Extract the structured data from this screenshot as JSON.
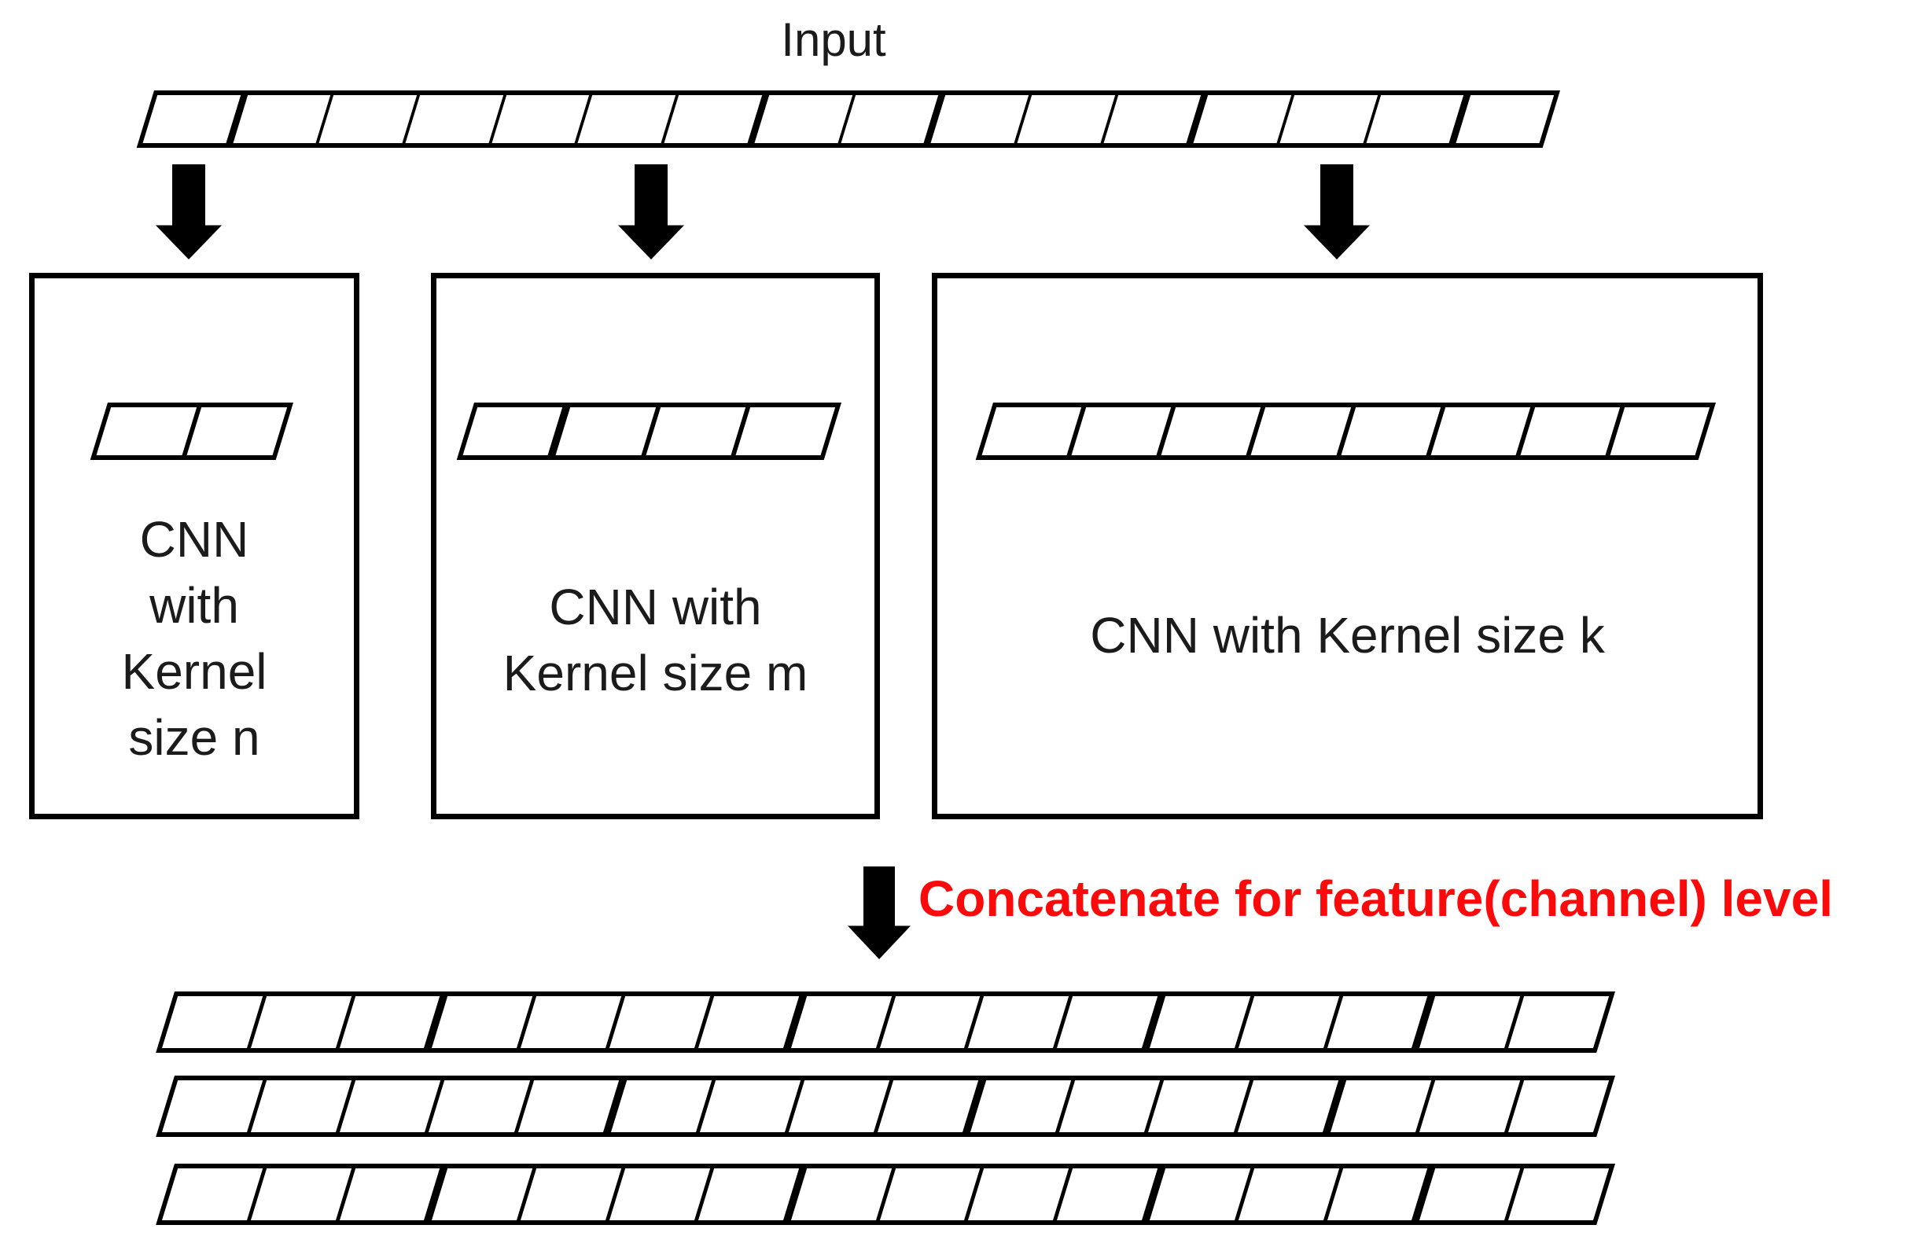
{
  "labels": {
    "input": "Input",
    "concatenate": "Concatenate for feature(channel) level"
  },
  "colors": {
    "stroke": "#000000",
    "text": "#1b1b1b",
    "accent_red": "#fa0a0a",
    "background": "#ffffff"
  },
  "boxes": [
    {
      "id": "kernel-n",
      "label": "CNN\nwith\nKernel\nsize n"
    },
    {
      "id": "kernel-m",
      "label": "CNN with\nKernel size m"
    },
    {
      "id": "kernel-k",
      "label": "CNN with Kernel size k"
    }
  ],
  "strips": {
    "input": {
      "cells": 16,
      "bold_after": [
        1,
        7,
        9,
        12,
        15
      ]
    },
    "kernel_n": {
      "cells": 2,
      "bold_after": []
    },
    "kernel_m": {
      "cells": 4,
      "bold_after": [
        1
      ]
    },
    "kernel_k": {
      "cells": 8,
      "bold_after": []
    },
    "output_rows": [
      {
        "cells": 16,
        "bold_after": [
          3,
          7,
          11,
          14
        ]
      },
      {
        "cells": 16,
        "bold_after": [
          5,
          9,
          13
        ]
      },
      {
        "cells": 16,
        "bold_after": [
          3,
          7,
          11,
          14
        ]
      }
    ]
  }
}
